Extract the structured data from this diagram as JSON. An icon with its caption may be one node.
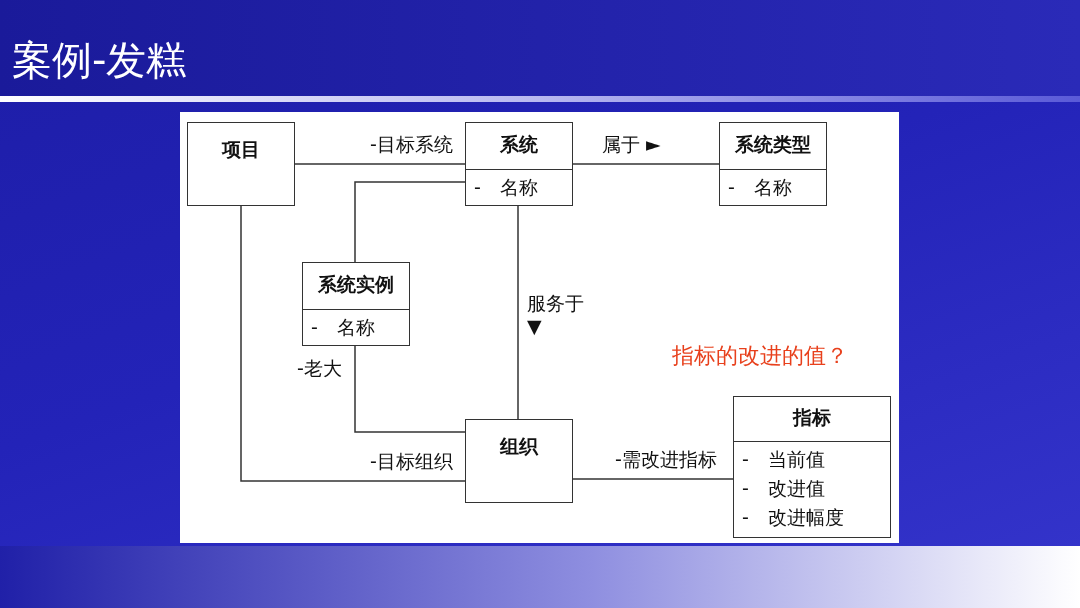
{
  "diagram": {
    "title": "案例-发糕",
    "nodes": [
      {
        "text": [
          "项目"
        ]
      },
      {
        "text": [
          "系统",
          "-　名称"
        ]
      },
      {
        "text": [
          "系统类型",
          "-　名称"
        ]
      },
      {
        "text": [
          "系统实例",
          "-　名称"
        ]
      },
      {
        "text": [
          "组织"
        ]
      },
      {
        "text": [
          "指标",
          "-　当前值",
          "-　改进值",
          "-　改进幅度"
        ]
      }
    ],
    "edges": [
      {
        "from": 0,
        "to": 1,
        "arrow": "none",
        "label": "-目标系统"
      },
      {
        "from": 1,
        "to": 2,
        "arrow": "none",
        "label": "属于 ►"
      },
      {
        "from": 1,
        "to": 3,
        "arrow": "none"
      },
      {
        "from": 1,
        "to": 4,
        "arrow": "none",
        "label": "服务于 ▼"
      },
      {
        "from": 3,
        "to": 4,
        "arrow": "none",
        "label": "-老大"
      },
      {
        "from": 0,
        "to": 4,
        "arrow": "none",
        "label": "-目标组织"
      },
      {
        "from": 4,
        "to": 5,
        "arrow": "none",
        "label": "-需改进指标"
      }
    ],
    "labels": [
      "指标的改进的值？"
    ]
  }
}
